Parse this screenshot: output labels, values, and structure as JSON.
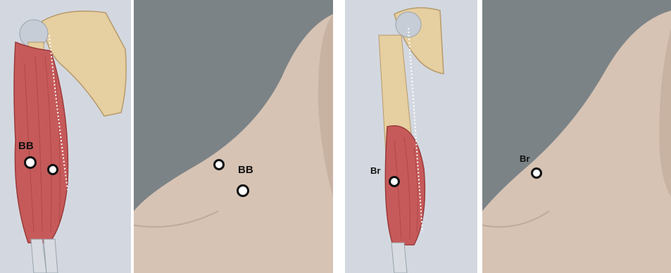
{
  "figure": {
    "panel_1": {
      "label": "BB"
    },
    "panel_2": {
      "label": "BB"
    },
    "panel_3": {
      "label": "Br"
    },
    "panel_4": {
      "label": "Br"
    }
  },
  "colors": {
    "illustration_bg": "#d3d8e0",
    "photo_bg": "#7c8386",
    "skin": "#d6c3b4",
    "bone": "#e6cfa0",
    "muscle": "#c65a5a"
  }
}
